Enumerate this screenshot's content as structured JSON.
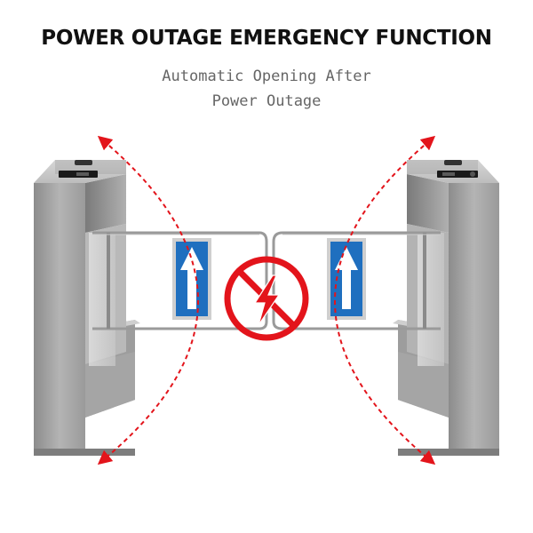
{
  "header": {
    "title": "POWER OUTAGE EMERGENCY FUNCTION",
    "subtitle_line1": "Automatic Opening After",
    "subtitle_line2": "Power Outage"
  },
  "colors": {
    "accent": "#e3141b",
    "sign_blue": "#1f6fbf",
    "steel": "#a8a8a8"
  },
  "icons": {
    "sign": "up-arrow-icon",
    "symbol": "no-power-icon"
  }
}
